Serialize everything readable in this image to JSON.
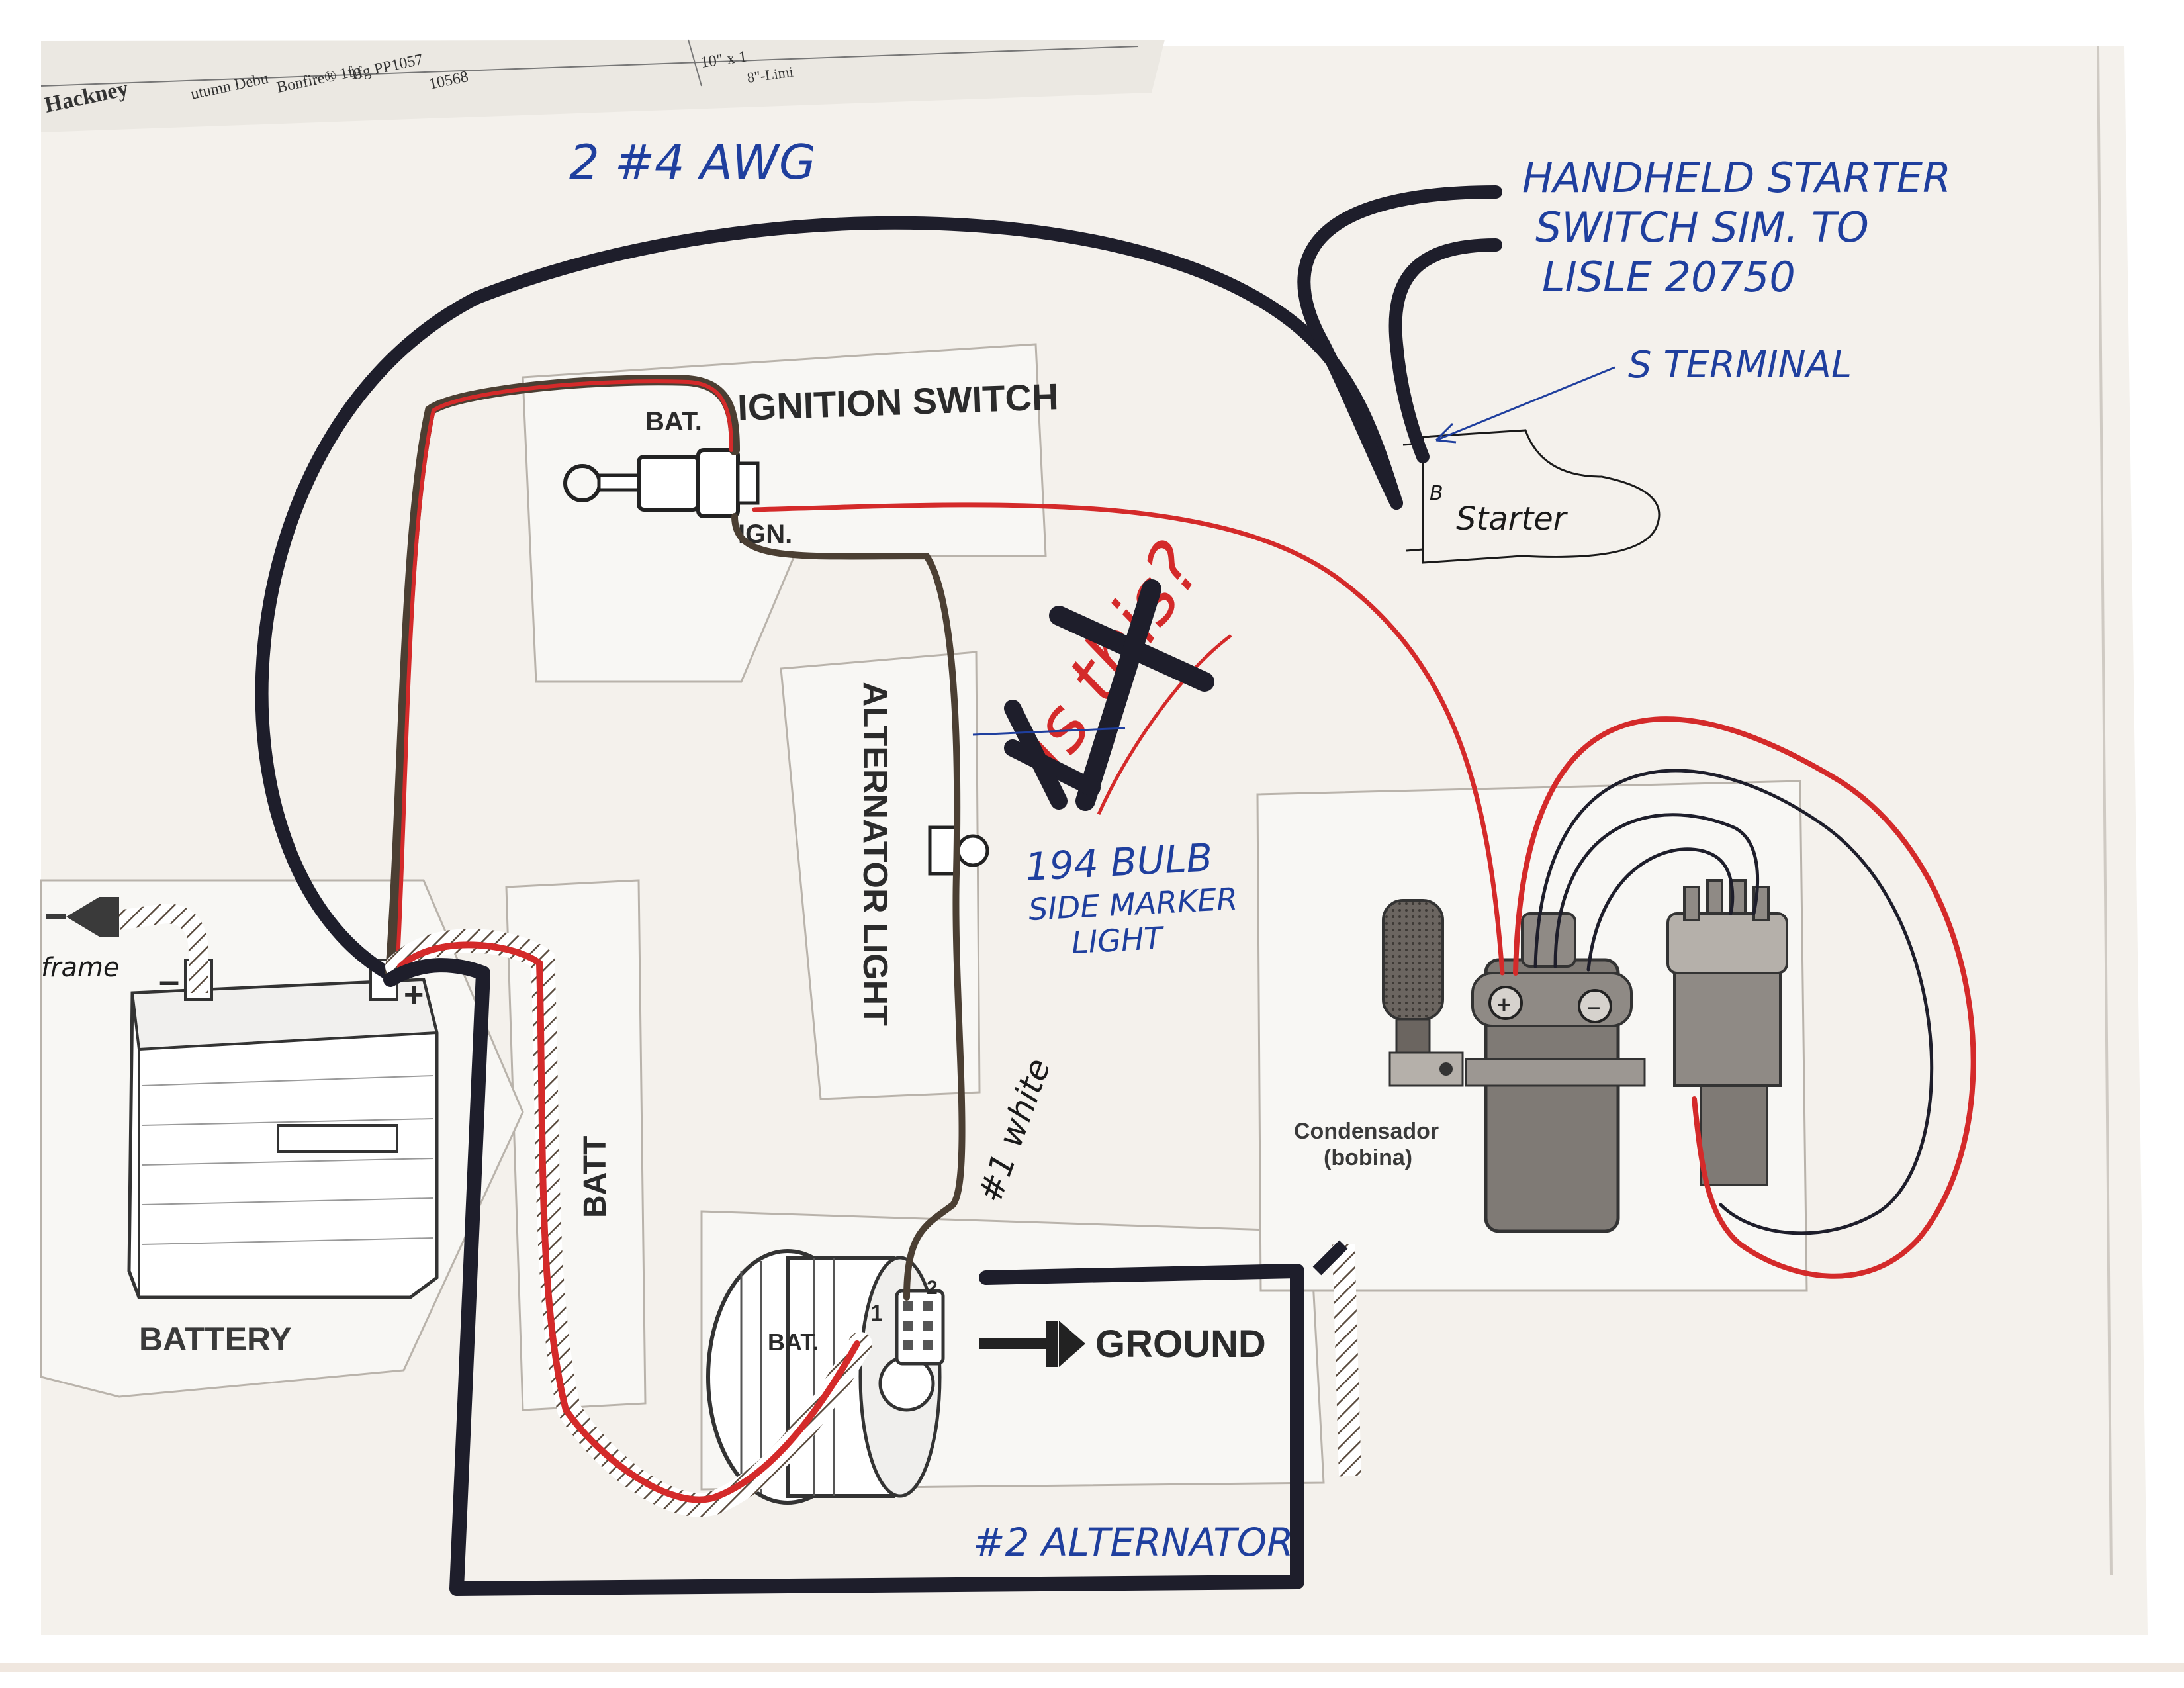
{
  "colors": {
    "paper": "#f4f1ec",
    "wire_black": "#1e1e2b",
    "wire_red": "#d42a2a",
    "hand_blue": "#1f3f9e",
    "cutout": "#f8f7f4"
  },
  "background_sheet": {
    "fragments": [
      "Hackney",
      "utumn Debu",
      "Bonfire® 1fg",
      "1fg PP1057",
      "10568",
      "10\" x 1",
      "8\"-Limi"
    ]
  },
  "printed_labels": {
    "ignition_switch": "IGNITION SWITCH",
    "bat_ignition": "BAT.",
    "ign": "IGN.",
    "alternator_light": "ALTERNATOR LIGHT",
    "battery": "BATTERY",
    "batt": "BATT",
    "ground": "GROUND",
    "bat_alternator": "BAT.",
    "terminal_1": "1",
    "terminal_2": "2",
    "minus": "–",
    "plus": "+",
    "condensador": "Condensador",
    "bobina": "(bobina)"
  },
  "handwritten_labels": {
    "wire_gauge_4": "2 #4 AWG",
    "handheld_line1": "HANDHELD STARTER",
    "handheld_line2": "SWITCH SIM. TO",
    "handheld_line3": "LISLE 20750",
    "s_terminal": "S TERMINAL",
    "starter": "Starter",
    "starter_b": "B",
    "bulb_line1": "194 BULB",
    "bulb_line2": "SIDE MARKER",
    "bulb_line3": "LIGHT",
    "wire_1_white": "#1 white",
    "alternator_2": "#2 ALTERNATOR",
    "frame": "frame",
    "crossed_note": "Is this?"
  },
  "icons": [
    "key-icon",
    "bulb-icon",
    "ground-symbol-icon",
    "coil-icon",
    "distributor-icon",
    "condenser-icon",
    "battery-icon",
    "alternator-icon",
    "starter-icon"
  ]
}
